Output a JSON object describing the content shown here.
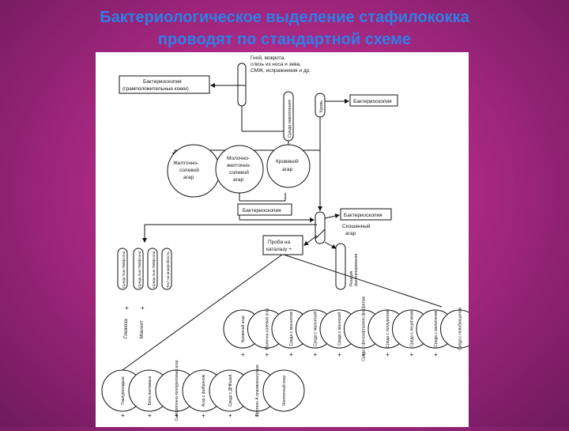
{
  "title": {
    "line1": "Бактериологическое выделение стафилококка",
    "line2": "проводят по стандартной схеме"
  },
  "diagram": {
    "source_note": [
      "Гной, мокрота,",
      "слизь из носа и зева,",
      "СМЖ, испражнения и др."
    ],
    "microscopy_gram": [
      "Бактериоскопия",
      "(грамположительные кокки)"
    ],
    "enrichment_tube": "Среда накопления",
    "blood_tube": "Кровь",
    "microscopy_blood": "Бактериоскопия",
    "plates": [
      [
        "Желточно-",
        "солевой",
        "агар"
      ],
      [
        "Молочно-",
        "желточно-",
        "солевой",
        "агар"
      ],
      [
        "Кровяной",
        "агар"
      ]
    ],
    "microscopy_colonies": "Бактериоскопия",
    "microscopy_pure": "Бактериоскопия",
    "slant_agar": [
      "Скошенный",
      "агар"
    ],
    "catalase": [
      "Проба на",
      "каталазу  +"
    ],
    "phage_tube": [
      "Реакция",
      "фаготипирования"
    ],
    "hiss_tubes": [
      "Среда Хью-Лейфсона",
      "Среда Хью-Лейфсона",
      "Среда Хью-Лейфсона",
      "Тест на анаэробность"
    ],
    "hiss_results": [
      "Глюкоза",
      "+",
      "Маннит",
      "+"
    ],
    "row1_circles": [
      "Кровяной агар",
      "Молочно-солевой агар",
      "Среда с маннитом",
      "Среда с мальтозой",
      "Среда с маннозой",
      "Среда с фенолфталеин фосфатом",
      "Среда с теллуритом",
      "Среда с лецитином",
      "Среда с желатином",
      "Среда с новобиоцином"
    ],
    "row1_signs": [
      "+",
      "+",
      "+",
      "+",
      "+",
      "+",
      "+",
      "+",
      "+"
    ],
    "row2_circles": [
      "Гиалуронидаза",
      "Бета-лактамаза",
      "Сывороточно-теллуритовый агар",
      "Агар с фибрином",
      "Среда с ДНКазой",
      "Протеин А плазмокоагулаза",
      "Желточный агар"
    ],
    "row2_signs": [
      "+",
      "+",
      "+",
      "+",
      "+",
      "+"
    ]
  }
}
